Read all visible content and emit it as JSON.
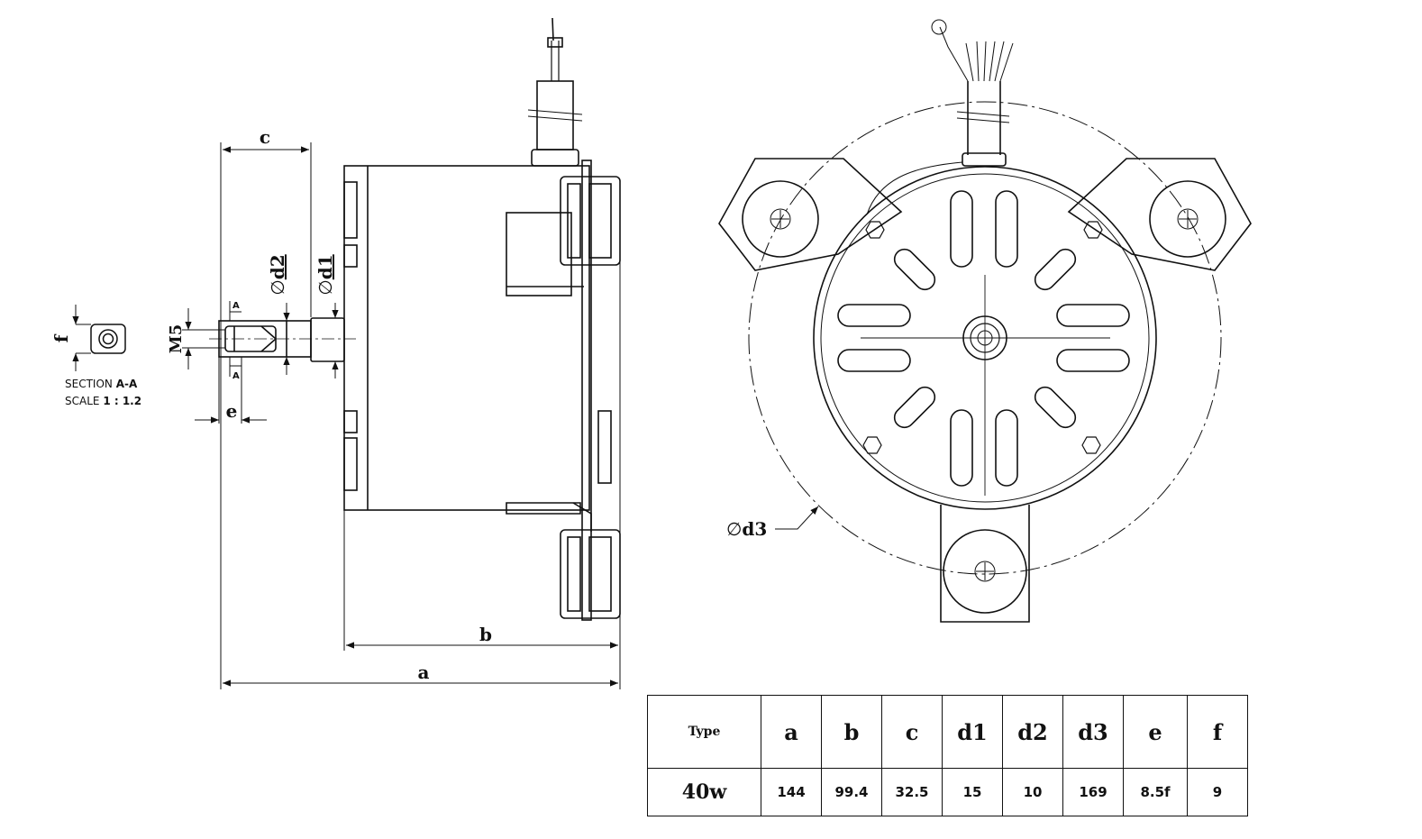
{
  "side_view": {
    "dim_labels": {
      "a": "a",
      "b": "b",
      "c": "c",
      "e": "e",
      "d1": "d1",
      "d2": "d2",
      "m5": "M5",
      "section_a": "A"
    },
    "diameter_symbol": "∅"
  },
  "section": {
    "dim_f": "f",
    "title_word": "SECTION",
    "title_letters": "A-A",
    "scale_word": "SCALE",
    "scale_value": "1 : 1.2"
  },
  "front_view": {
    "dim_d3": "d3"
  },
  "spec_table": {
    "headers": [
      "Type",
      "a",
      "b",
      "c",
      "d1",
      "d2",
      "d3",
      "e",
      "f"
    ],
    "rows": [
      [
        "40w",
        "144",
        "99.4",
        "32.5",
        "15",
        "10",
        "169",
        "8.5f",
        "9"
      ]
    ]
  }
}
